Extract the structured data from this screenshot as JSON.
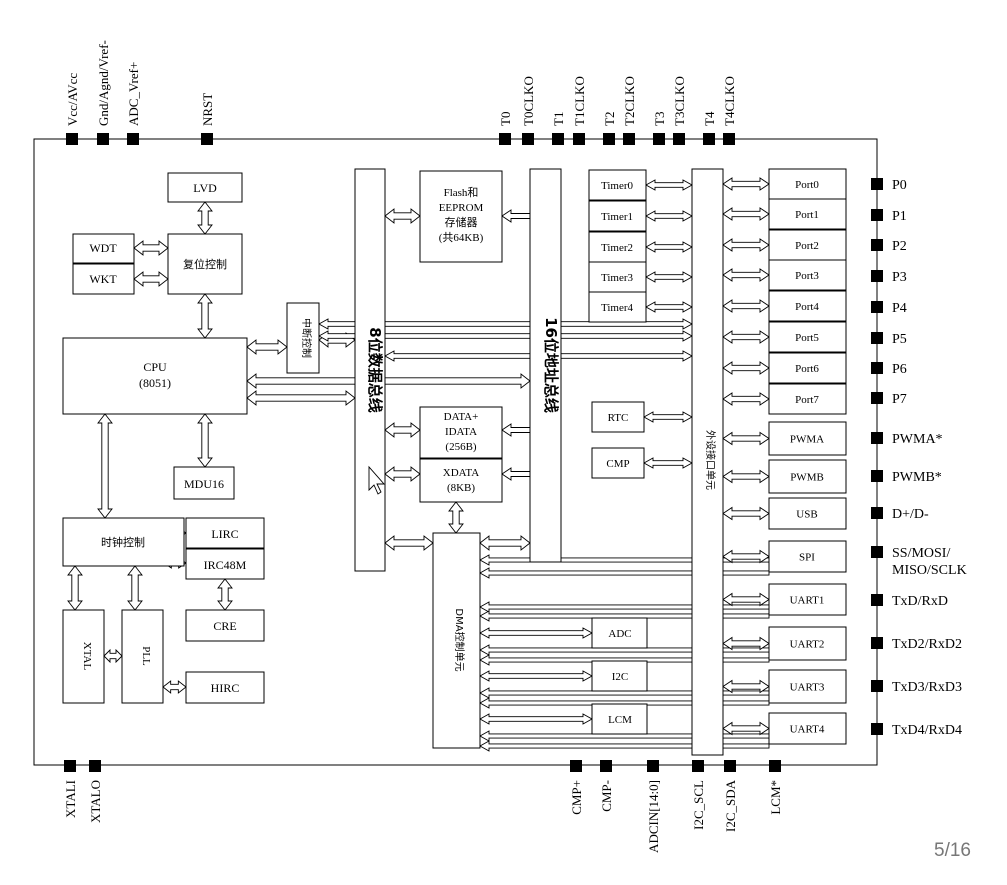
{
  "top_pins": [
    "Vcc/AVcc",
    "Gnd/Agnd/Vref-",
    "ADC_Vref+",
    "NRST",
    "T0",
    "T0CLKO",
    "T1",
    "T1CLKO",
    "T2",
    "T2CLKO",
    "T3",
    "T3CLKO",
    "T4",
    "T4CLKO"
  ],
  "right_pins": [
    "P0",
    "P1",
    "P2",
    "P3",
    "P4",
    "P5",
    "P6",
    "P7",
    "PWMA*",
    "PWMB*",
    "D+/D-",
    "SS/MOSI/",
    "MISO/SCLK",
    "TxD/RxD",
    "TxD2/RxD2",
    "TxD3/RxD3",
    "TxD4/RxD4"
  ],
  "bottom_pins": [
    "XTALI",
    "XTALO",
    "CMP+",
    "CMP-",
    "ADCIN[14:0]",
    "I2C_SCL",
    "I2C_SDA",
    "LCM*"
  ],
  "blocks": {
    "lvd": "LVD",
    "reset": "复位控制",
    "wdt": "WDT",
    "wkt": "WKT",
    "cpu": [
      "CPU",
      "(8051)"
    ],
    "interrupt": "中断控制",
    "mdu": "MDU16",
    "clock": "时钟控制",
    "lirc": "LIRC",
    "irc48m": "IRC48M",
    "cre": "CRE",
    "xtal": "XTAL",
    "pll": "PLL",
    "hirc": "HIRC",
    "data_bus": "8位数据总线",
    "flash": [
      "Flash和",
      "EEPROM",
      "存储器",
      "(共64KB)"
    ],
    "idata": [
      "DATA+",
      "IDATA",
      "(256B)"
    ],
    "xdata": [
      "XDATA",
      "(8KB)"
    ],
    "dma": "DMA控制单元",
    "addr_bus": "16位地址总线",
    "timers": [
      "Timer0",
      "Timer1",
      "Timer2",
      "Timer3",
      "Timer4"
    ],
    "rtc": "RTC",
    "cmp": "CMP",
    "adc": "ADC",
    "i2c": "I2C",
    "lcm": "LCM",
    "peripheral_unit": "外设接口单元",
    "right_blocks": [
      "Port0",
      "Port1",
      "Port2",
      "Port3",
      "Port4",
      "Port5",
      "Port6",
      "Port7",
      "PWMA",
      "PWMB",
      "USB",
      "SPI",
      "UART1",
      "UART2",
      "UART3",
      "UART4"
    ]
  },
  "page_indicator": "5/16",
  "colors": {
    "data_bus_label": "#c0392b",
    "addr_bus_label": "#6c3483",
    "pager": "#777777"
  }
}
